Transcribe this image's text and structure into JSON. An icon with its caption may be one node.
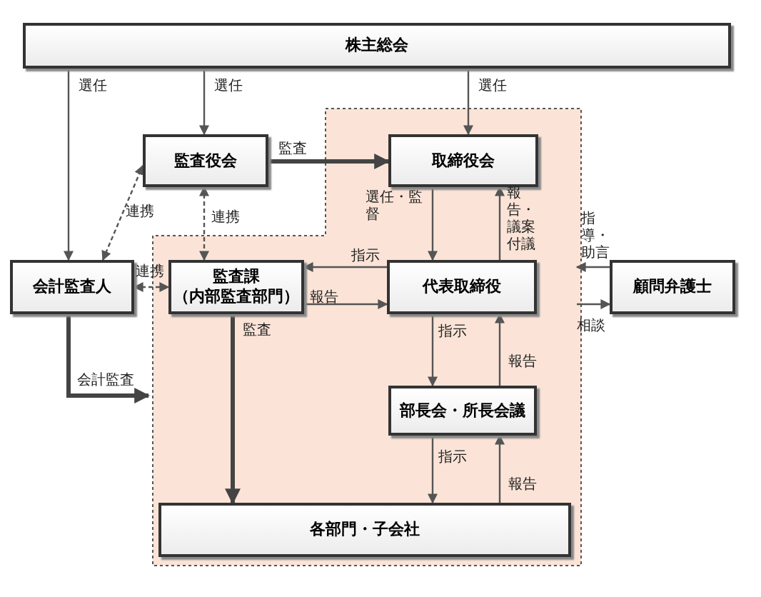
{
  "diagram": {
    "nodes": [
      {
        "text": [
          "株主総会"
        ]
      },
      {
        "text": [
          "監査役会"
        ]
      },
      {
        "text": [
          "取締役会"
        ]
      },
      {
        "text": [
          "会計監査人"
        ]
      },
      {
        "text": [
          "監査課",
          "（内部監査部門）"
        ]
      },
      {
        "text": [
          "代表取締役"
        ]
      },
      {
        "text": [
          "顧問弁護士"
        ]
      },
      {
        "text": [
          "部長会・所長会議"
        ]
      },
      {
        "text": [
          "各部門・子会社"
        ]
      }
    ],
    "edges": [
      {
        "from": 0,
        "to": 3,
        "arrow": "to",
        "label": "選任"
      },
      {
        "from": 0,
        "to": 1,
        "arrow": "to",
        "label": "選任"
      },
      {
        "from": 0,
        "to": 2,
        "arrow": "to",
        "label": "選任"
      },
      {
        "from": 1,
        "to": 2,
        "arrow": "to",
        "label": "監査",
        "style": "thick"
      },
      {
        "from": 3,
        "to": 1,
        "arrow": "both",
        "label": "連携",
        "style": "dashed"
      },
      {
        "from": 1,
        "to": 4,
        "arrow": "both",
        "label": "連携",
        "style": "dashed"
      },
      {
        "from": 3,
        "to": 4,
        "arrow": "both",
        "label": "連携",
        "style": "dashed"
      },
      {
        "from": 2,
        "to": 5,
        "arrow": "to",
        "label": "選任・監督"
      },
      {
        "from": 5,
        "to": 2,
        "arrow": "to",
        "label": "報告・議案付議"
      },
      {
        "from": 5,
        "to": 4,
        "arrow": "to",
        "label": "指示"
      },
      {
        "from": 4,
        "to": 5,
        "arrow": "to",
        "label": "報告"
      },
      {
        "from": 6,
        "to": null,
        "arrow": "to",
        "label": "指導・助言"
      },
      {
        "from": null,
        "to": 6,
        "arrow": "to",
        "label": "相談"
      },
      {
        "from": 3,
        "to": null,
        "arrow": "to",
        "label": "会計監査",
        "style": "thick"
      },
      {
        "from": 4,
        "to": 8,
        "arrow": "to",
        "label": "監査",
        "style": "thick"
      },
      {
        "from": 5,
        "to": 7,
        "arrow": "to",
        "label": "指示"
      },
      {
        "from": 7,
        "to": 5,
        "arrow": "to",
        "label": "報告"
      },
      {
        "from": 7,
        "to": 8,
        "arrow": "to",
        "label": "指示"
      },
      {
        "from": 8,
        "to": 7,
        "arrow": "to",
        "label": "報告"
      }
    ]
  }
}
